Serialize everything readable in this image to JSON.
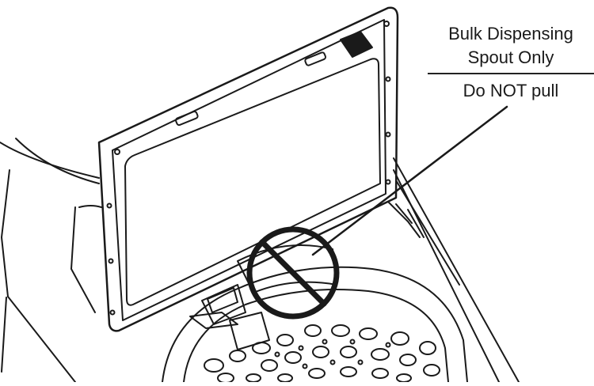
{
  "callout": {
    "line1": "Bulk Dispensing",
    "line2": "Spout Only",
    "line3": "Do NOT pull"
  },
  "colors": {
    "ink": "#1a1a1a",
    "background": "#ffffff"
  },
  "icons": {
    "prohibition": "no-symbol-icon"
  }
}
